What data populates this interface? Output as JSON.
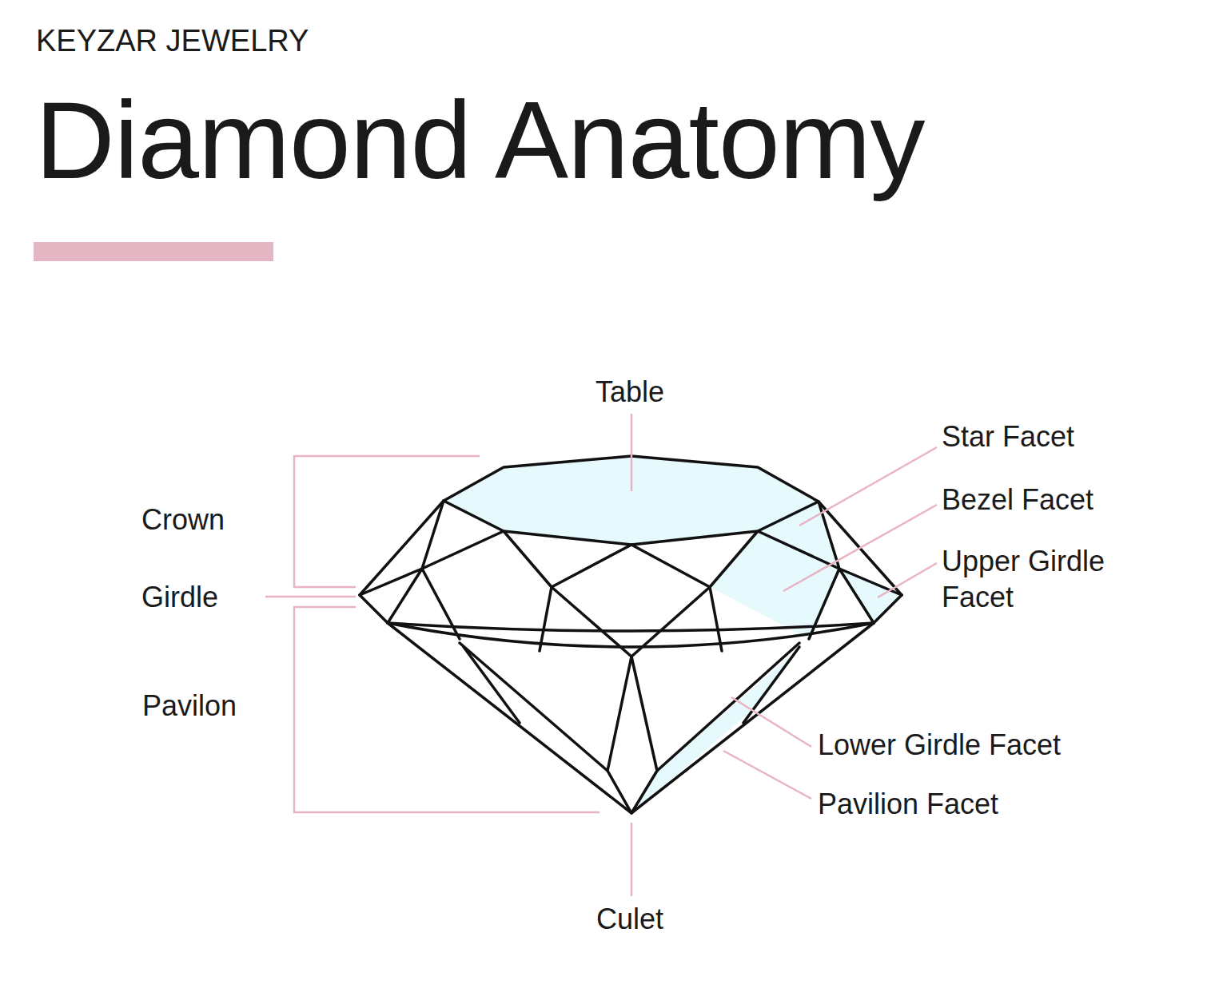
{
  "diagram": {
    "title": "Diamond Anatomy",
    "labels": [
      "KEYZAR JEWELRY",
      "Table",
      "Crown",
      "Girdle",
      "Pavilon",
      "Star Facet",
      "Bezel Facet",
      "Upper Girdle Facet",
      "Lower Girdle Facet",
      "Pavilion Facet",
      "Culet"
    ]
  }
}
